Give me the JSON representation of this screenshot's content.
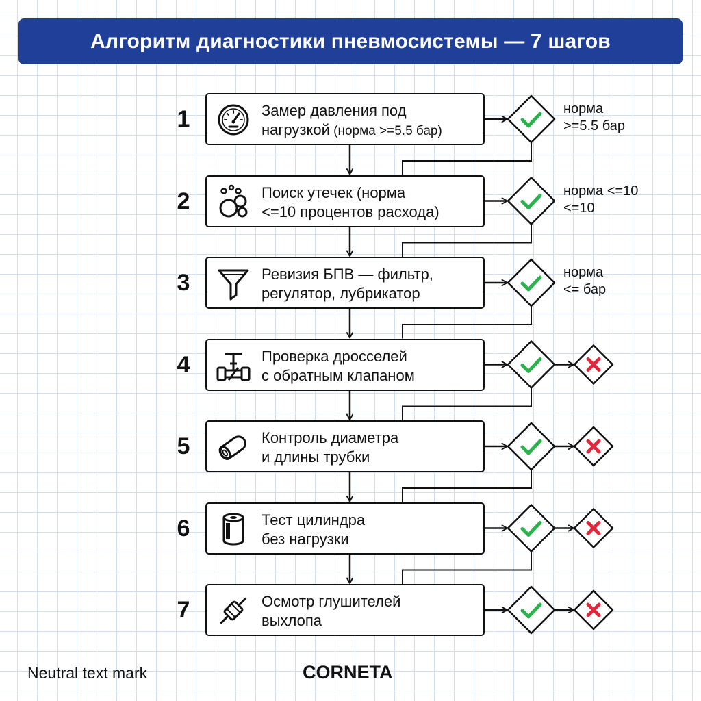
{
  "title": "Алгоритм диагностики пневмосистемы — 7 шагов",
  "colors": {
    "title_bg": "#1f3f99",
    "check": "#2bb24c",
    "cross": "#e0283c",
    "grid": "#cfdff0"
  },
  "steps": [
    {
      "num": "1",
      "icon": "pressure-gauge-icon",
      "line1": "Замер давления под",
      "line2": "нагрузкой",
      "line2_small": " (норма >=5.5 бар)",
      "note1": "норма",
      "note2": ">=5.5 бар",
      "fail": false
    },
    {
      "num": "2",
      "icon": "bubbles-icon",
      "line1": "Поиск утечек (норма",
      "line2": "<=10 процентов расхода)",
      "line2_small": "",
      "note1": "норма <=10",
      "note2": "<=10",
      "fail": false
    },
    {
      "num": "3",
      "icon": "filter-funnel-icon",
      "line1": "Ревизия БПВ — фильтр,",
      "line2": "регулятор, лубрикатор",
      "line2_small": "",
      "note1": "норма",
      "note2": "<= бар",
      "fail": false
    },
    {
      "num": "4",
      "icon": "throttle-valve-icon",
      "line1": "Проверка дросселей",
      "line2": "с обратным клапаном",
      "line2_small": "",
      "note1": "",
      "note2": "",
      "fail": true
    },
    {
      "num": "5",
      "icon": "tube-icon",
      "line1": "Контроль диаметра",
      "line2": "и длины трубки",
      "line2_small": "",
      "note1": "",
      "note2": "",
      "fail": true
    },
    {
      "num": "6",
      "icon": "cylinder-icon",
      "line1": "Тест цилиндра",
      "line2": "без нагрузки",
      "line2_small": "",
      "note1": "",
      "note2": "",
      "fail": true
    },
    {
      "num": "7",
      "icon": "muffler-icon",
      "line1": "Осмотр глушителей",
      "line2": "выхлопа",
      "line2_small": "",
      "note1": "",
      "note2": "",
      "fail": true
    }
  ],
  "footer": {
    "left": "Neutral text mark",
    "brand": "CORNETA"
  }
}
